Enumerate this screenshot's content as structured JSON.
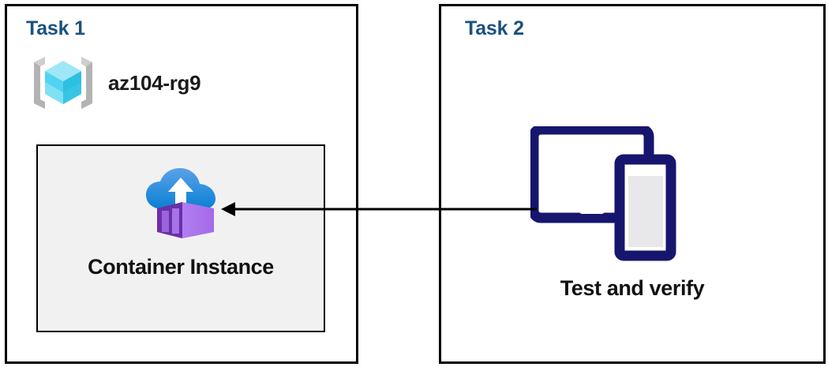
{
  "diagram": {
    "title_color": "#1a5180",
    "panels": [
      {
        "id": "task-1",
        "title": "Task 1",
        "resource_group": {
          "icon": "resource-group-icon",
          "label": "az104-rg9"
        },
        "box": {
          "icon": "container-instance-icon",
          "label": "Container Instance"
        }
      },
      {
        "id": "task-2",
        "title": "Task 2",
        "device": {
          "icon": "tablet-and-phone-icon",
          "label": "Test and verify"
        }
      }
    ],
    "connector": {
      "name": "arrow-task2-to-container-instance",
      "direction": "right-to-left",
      "color": "#000000"
    }
  }
}
